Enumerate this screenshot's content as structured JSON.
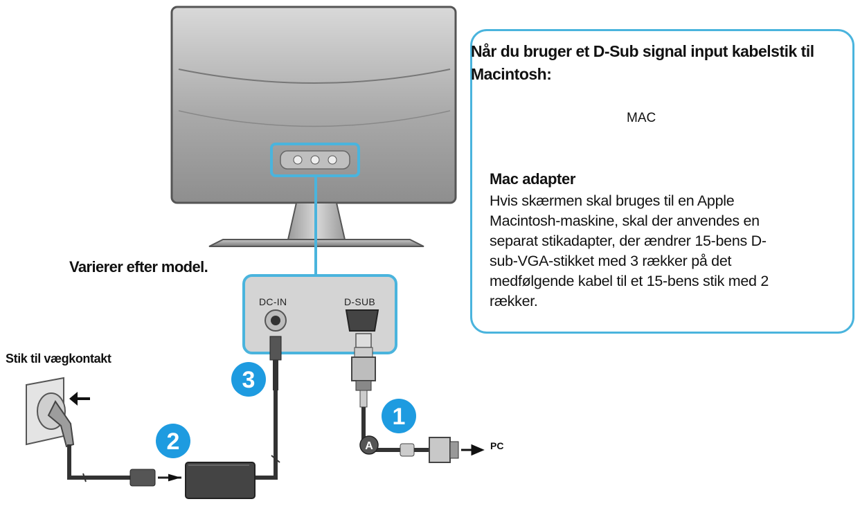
{
  "diagram": {
    "variant_note": "Varierer efter model.",
    "wall_plug_label": "Stik til vægkontakt",
    "ports": {
      "dc_in": "DC-IN",
      "d_sub": "D-SUB"
    },
    "steps": [
      "1",
      "2",
      "3"
    ],
    "cable_marker": "A",
    "pc_label": "PC",
    "mac_box": {
      "heading": "Når du bruger et D-Sub signal input kabelstik til Macintosh:",
      "mac_label": "MAC",
      "adapter_title": "Mac adapter",
      "adapter_description": " Hvis skærmen skal bruges til en Apple\nMacintosh-maskine, skal der anvendes en\nseparat stikadapter, der ændrer 15-bens D-\nsub-VGA-stikket med 3 rækker på det\nmedfølgende kabel til et 15-bens stik med 2\nrækker."
    }
  },
  "colors": {
    "accent": "#4ab4dd",
    "step_badge": "#1e9be0",
    "monitor_gray": "#8a8a8a",
    "cable": "#333333"
  }
}
